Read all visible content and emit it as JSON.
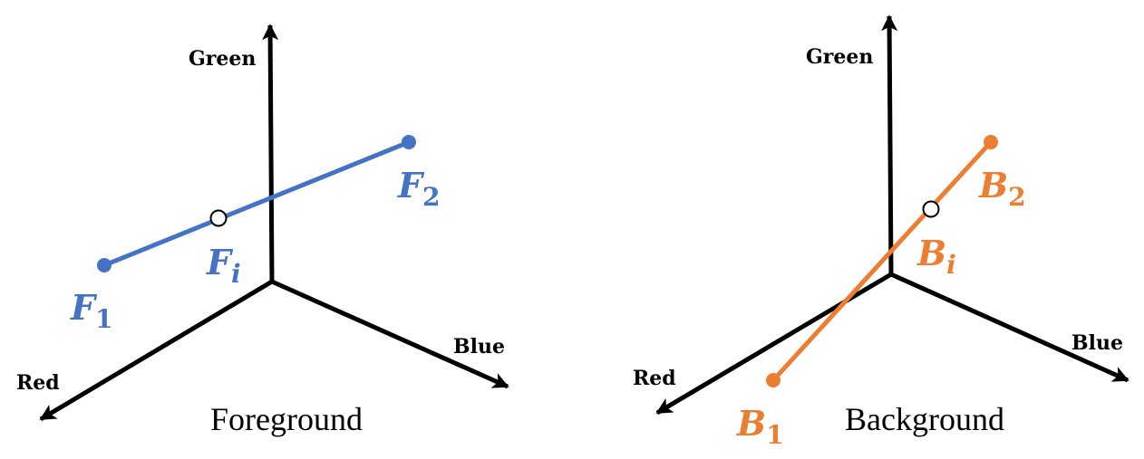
{
  "colors": {
    "foreground": "#4472C4",
    "background": "#ED7D31",
    "axis": "#000000"
  },
  "axes": {
    "green": "Green",
    "red": "Red",
    "blue": "Blue"
  },
  "foreground": {
    "caption": "Foreground",
    "f1": {
      "letter": "F",
      "sub": "1"
    },
    "f2": {
      "letter": "F",
      "sub": "2"
    },
    "fi": {
      "letter": "F",
      "sub": "i"
    }
  },
  "background": {
    "caption": "Background",
    "b1": {
      "letter": "B",
      "sub": "1"
    },
    "b2": {
      "letter": "B",
      "sub": "2"
    },
    "bi": {
      "letter": "B",
      "sub": "i"
    }
  }
}
